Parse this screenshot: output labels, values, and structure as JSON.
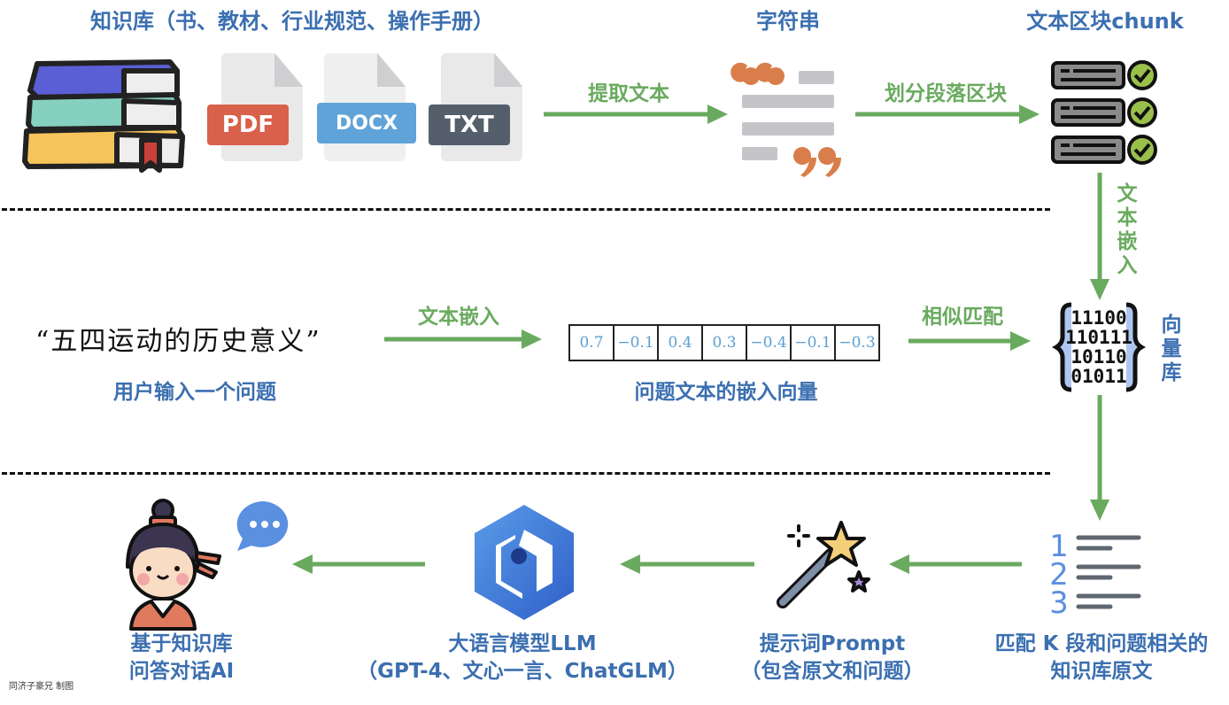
{
  "row1": {
    "knowledge_title": "知识库（书、教材、行业规范、操作手册）",
    "file_types": [
      "PDF",
      "DOCX",
      "TXT"
    ],
    "file_colors": {
      "PDF": "#d9604a",
      "DOCX": "#5fa3d8",
      "TXT": "#555f6c"
    },
    "arrow_extract": "提取文本",
    "string_title": "字符串",
    "arrow_split": "划分段落区块",
    "chunk_title": "文本区块chunk"
  },
  "right_column": {
    "arrow_embed": [
      "文",
      "本",
      "嵌",
      "入"
    ],
    "vector_db_label": [
      "向",
      "量",
      "库"
    ],
    "binary_rows": [
      "11100",
      "110111",
      "10110",
      "01011"
    ]
  },
  "row2": {
    "query_text": "“五四运动的历史意义”",
    "query_caption": "用户输入一个问题",
    "arrow_embed": "文本嵌入",
    "vector_values": [
      "0.7",
      "−0.1",
      "0.4",
      "0.3",
      "−0.4",
      "−0.1",
      "−0.3"
    ],
    "vector_caption": "问题文本的嵌入向量",
    "arrow_match": "相似匹配"
  },
  "row3": {
    "ai_caption": [
      "基于知识库",
      "问答对话AI"
    ],
    "llm_caption": [
      "大语言模型LLM",
      "（GPT-4、文心一言、ChatGLM）"
    ],
    "prompt_caption": [
      "提示词Prompt",
      "（包含原文和问题）"
    ],
    "topk_caption": [
      "匹配 K 段和问题相关的",
      "知识库原文"
    ],
    "topk_numbers": [
      "1",
      "2",
      "3"
    ]
  },
  "credit": "同济子豪兄 制图",
  "colors": {
    "title_blue": "#3b6fb0",
    "arrow_green": "#6aaa5f",
    "llm_blue": "#3d6fd6",
    "chat_blue": "#5b8fe0"
  }
}
